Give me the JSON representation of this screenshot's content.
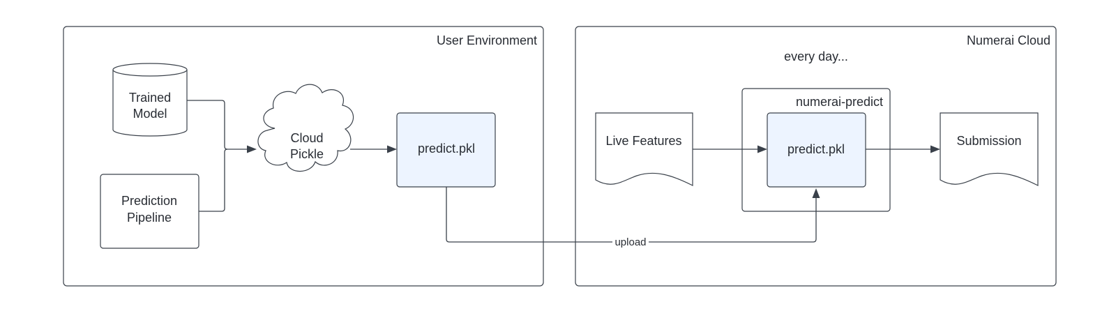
{
  "user_environment": {
    "title": "User Environment",
    "trained_model": [
      "Trained",
      "Model"
    ],
    "prediction_pipeline": [
      "Prediction",
      "Pipeline"
    ],
    "cloud_pickle": [
      "Cloud",
      "Pickle"
    ],
    "predict_pkl": "predict.pkl"
  },
  "numerai_cloud": {
    "title": "Numerai Cloud",
    "schedule": "every day...",
    "live_features": "Live Features",
    "numerai_predict": "numerai-predict",
    "predict_pkl": "predict.pkl",
    "submission": "Submission"
  },
  "connectors": {
    "upload_label": "upload"
  },
  "colors": {
    "stroke": "#3a414a",
    "text": "#282c33",
    "highlight_fill": "#edf4ff"
  }
}
